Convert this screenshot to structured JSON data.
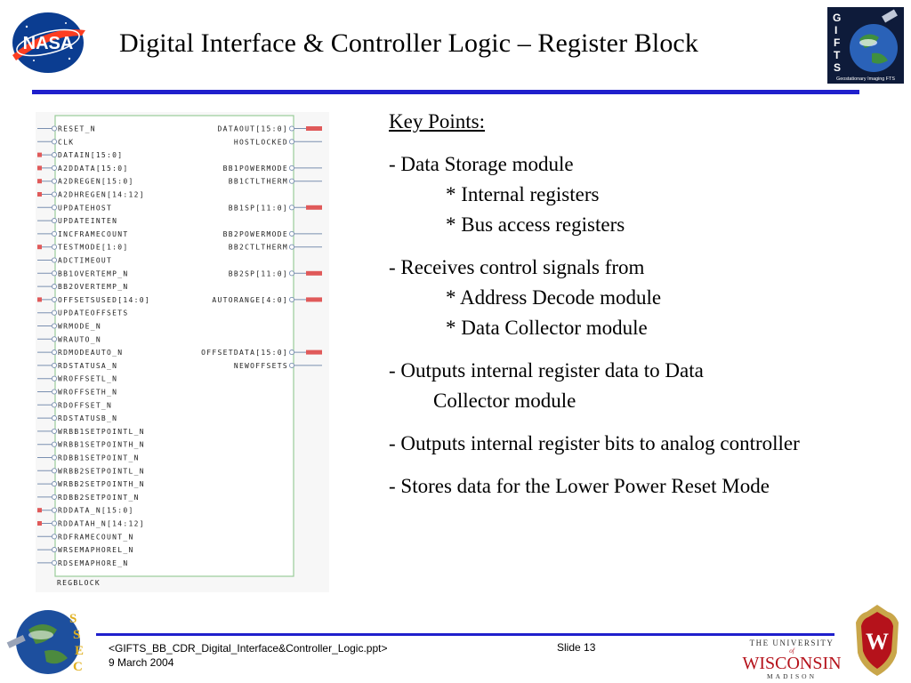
{
  "header": {
    "title": "Digital Interface & Controller Logic  – Register Block",
    "nasa_logo_text": "NASA",
    "gifts_logo_letters": [
      "G",
      "I",
      "F",
      "T",
      "S"
    ],
    "gifts_logo_caption": "Geostationary Imaging FTS"
  },
  "schematic": {
    "block_name": "REGBLOCK",
    "inputs": [
      {
        "label": "RESET_N",
        "bus": false
      },
      {
        "label": "CLK",
        "bus": false
      },
      {
        "label": "DATAIN[15:0]",
        "bus": true
      },
      {
        "label": "A2DDATA[15:0]",
        "bus": true
      },
      {
        "label": "A2DREGEN[15:0]",
        "bus": true
      },
      {
        "label": "A2DHREGEN[14:12]",
        "bus": true
      },
      {
        "label": "UPDATEHOST",
        "bus": false
      },
      {
        "label": "UPDATEINTEN",
        "bus": false
      },
      {
        "label": "INCFRAMECOUNT",
        "bus": false
      },
      {
        "label": "TESTMODE[1:0]",
        "bus": true
      },
      {
        "label": "ADCTIMEOUT",
        "bus": false
      },
      {
        "label": "BB1OVERTEMP_N",
        "bus": false
      },
      {
        "label": "BB2OVERTEMP_N",
        "bus": false
      },
      {
        "label": "OFFSETSUSED[14:0]",
        "bus": true
      },
      {
        "label": "UPDATEOFFSETS",
        "bus": false
      },
      {
        "label": "WRMODE_N",
        "bus": false
      },
      {
        "label": "WRAUTO_N",
        "bus": false
      },
      {
        "label": "RDMODEAUTO_N",
        "bus": false
      },
      {
        "label": "RDSTATUSA_N",
        "bus": false
      },
      {
        "label": "WROFFSETL_N",
        "bus": false
      },
      {
        "label": "WROFFSETH_N",
        "bus": false
      },
      {
        "label": "RDOFFSET_N",
        "bus": false
      },
      {
        "label": "RDSTATUSB_N",
        "bus": false
      },
      {
        "label": "WRBB1SETPOINTL_N",
        "bus": false
      },
      {
        "label": "WRBB1SETPOINTH_N",
        "bus": false
      },
      {
        "label": "RDBB1SETPOINT_N",
        "bus": false
      },
      {
        "label": "WRBB2SETPOINTL_N",
        "bus": false
      },
      {
        "label": "WRBB2SETPOINTH_N",
        "bus": false
      },
      {
        "label": "RDBB2SETPOINT_N",
        "bus": false
      },
      {
        "label": "RDDATA_N[15:0]",
        "bus": true
      },
      {
        "label": "RDDATAH_N[14:12]",
        "bus": true
      },
      {
        "label": "RDFRAMECOUNT_N",
        "bus": false
      },
      {
        "label": "WRSEMAPHOREL_N",
        "bus": false
      },
      {
        "label": "RDSEMAPHORE_N",
        "bus": false
      }
    ],
    "outputs": [
      {
        "label": "DATAOUT[15:0]",
        "bus": true,
        "row": 0
      },
      {
        "label": "HOSTLOCKED",
        "bus": false,
        "row": 1
      },
      {
        "label": "BB1POWERMODE",
        "bus": false,
        "row": 3
      },
      {
        "label": "BB1CTLTHERM",
        "bus": false,
        "row": 4
      },
      {
        "label": "BB1SP[11:0]",
        "bus": true,
        "row": 6
      },
      {
        "label": "BB2POWERMODE",
        "bus": false,
        "row": 8
      },
      {
        "label": "BB2CTLTHERM",
        "bus": false,
        "row": 9
      },
      {
        "label": "BB2SP[11:0]",
        "bus": true,
        "row": 11
      },
      {
        "label": "AUTORANGE[4:0]",
        "bus": true,
        "row": 13
      },
      {
        "label": "OFFSETDATA[15:0]",
        "bus": true,
        "row": 17
      },
      {
        "label": "NEWOFFSETS",
        "bus": false,
        "row": 18
      }
    ]
  },
  "key_points": {
    "heading": "Key Points:",
    "items": [
      {
        "text": "- Data Storage module",
        "subs": [
          "* Internal registers",
          "* Bus access registers"
        ]
      },
      {
        "text": "- Receives control signals from",
        "subs": [
          "* Address Decode module",
          "* Data Collector module"
        ]
      },
      {
        "text": "- Outputs internal register data to Data",
        "cont": "Collector module"
      },
      {
        "text": "- Outputs internal register bits to analog controller"
      },
      {
        "text": "- Stores data for the Lower Power Reset Mode"
      }
    ]
  },
  "footer": {
    "filename": "<GIFTS_BB_CDR_Digital_Interface&Controller_Logic.ppt>",
    "date": "9 March 2004",
    "slide_number": "Slide 13",
    "ssec_letters": [
      "S",
      "S",
      "E",
      "C"
    ],
    "uw_line1": "THE UNIVERSITY",
    "uw_of": "of",
    "uw_line2": "WISCONSIN",
    "uw_line3": "MADISON",
    "crest_letter": "W"
  },
  "colors": {
    "title_rule": "#1f1fcc",
    "block_border": "#99cc99",
    "pin_line": "#7a8fb0",
    "bus_marker": "#e05a5a",
    "uw_red": "#b5121b"
  }
}
